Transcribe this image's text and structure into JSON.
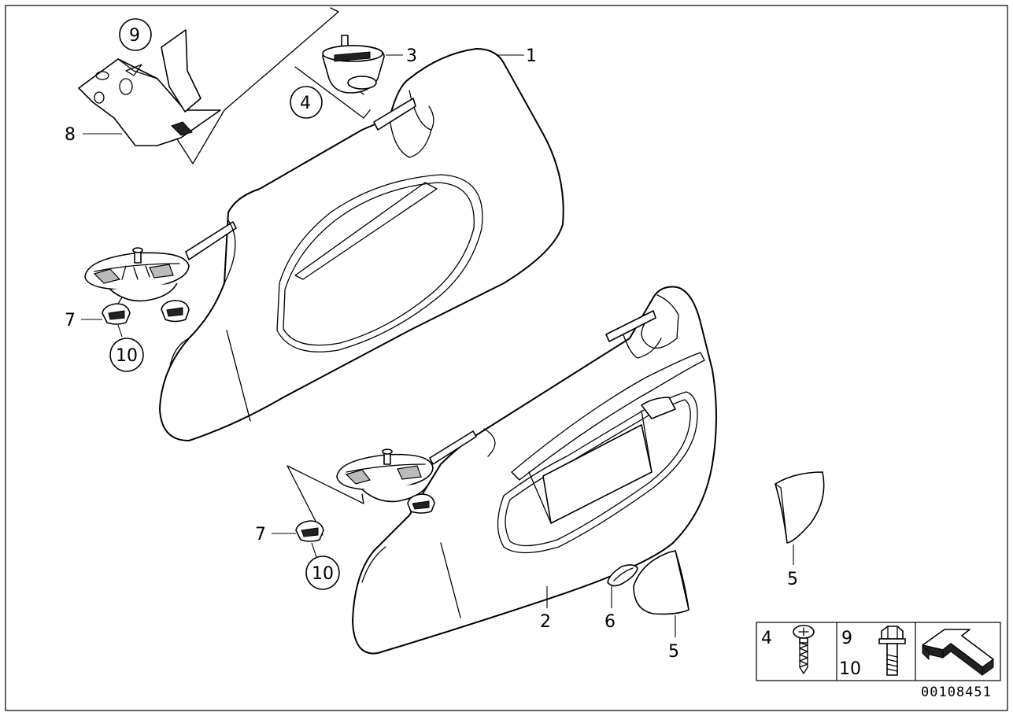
{
  "callouts": {
    "c1": "1",
    "c2": "2",
    "c3": "3",
    "c4": "4",
    "c5a": "5",
    "c5b": "5",
    "c6": "6",
    "c7a": "7",
    "c7b": "7",
    "c8": "8",
    "c9": "9",
    "c10a": "10",
    "c10b": "10"
  },
  "legend": {
    "item4": "4",
    "item9": "9",
    "item10": "10"
  },
  "reference_id": "00108451"
}
